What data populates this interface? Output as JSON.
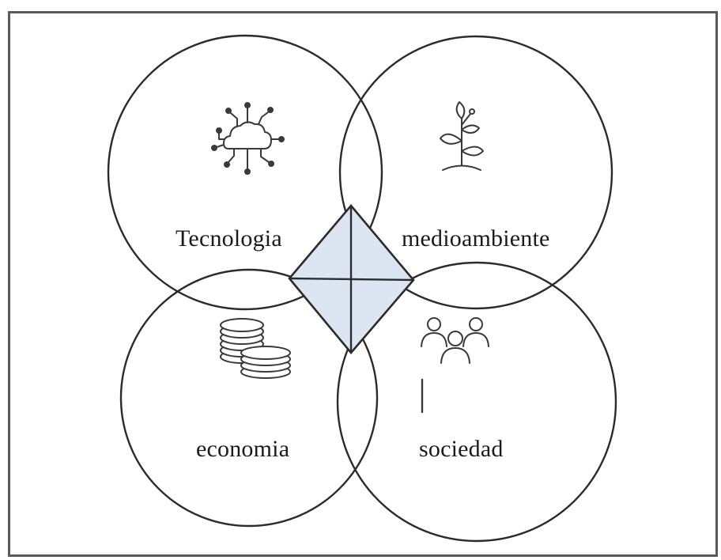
{
  "diagram": {
    "quadrants": [
      {
        "key": "technology",
        "label": "Tecnologia",
        "icon": "cloud-network-icon"
      },
      {
        "key": "environment",
        "label": "medioambiente",
        "icon": "plant-sprout-icon"
      },
      {
        "key": "economy",
        "label": "economia",
        "icon": "coin-stacks-icon"
      },
      {
        "key": "society",
        "label": "sociedad",
        "icon": "people-group-icon"
      }
    ],
    "center_shape": "diamond",
    "colors": {
      "outline": "#2b2b2b",
      "frame": "#5a5a5a",
      "diamond_fill": "#dce6f2",
      "background": "#ffffff"
    }
  }
}
